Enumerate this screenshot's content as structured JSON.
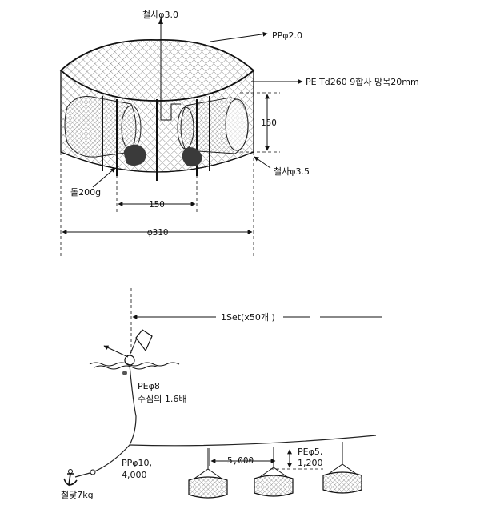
{
  "trap": {
    "label_wire_top": "철사φ3.0",
    "label_pp_rope": "PPφ2.0",
    "label_net": "PE Td260 9합사 망목20mm",
    "label_height": "150",
    "label_wire_bottom": "철사φ3.5",
    "label_stone": "돌200g",
    "label_entrance_span": "150",
    "label_diameter": "φ310"
  },
  "rig": {
    "label_set": "1Set(x50개 )",
    "label_buoy_line": "PEφ8",
    "label_buoy_line_length": "수심의 1.6배",
    "label_main_line": "PPφ10,",
    "label_main_line_length": "4,000",
    "label_anchor": "철닻7kg",
    "label_spacing": "5,000",
    "label_branch": "PEφ5,",
    "label_branch_length": "1,200"
  }
}
